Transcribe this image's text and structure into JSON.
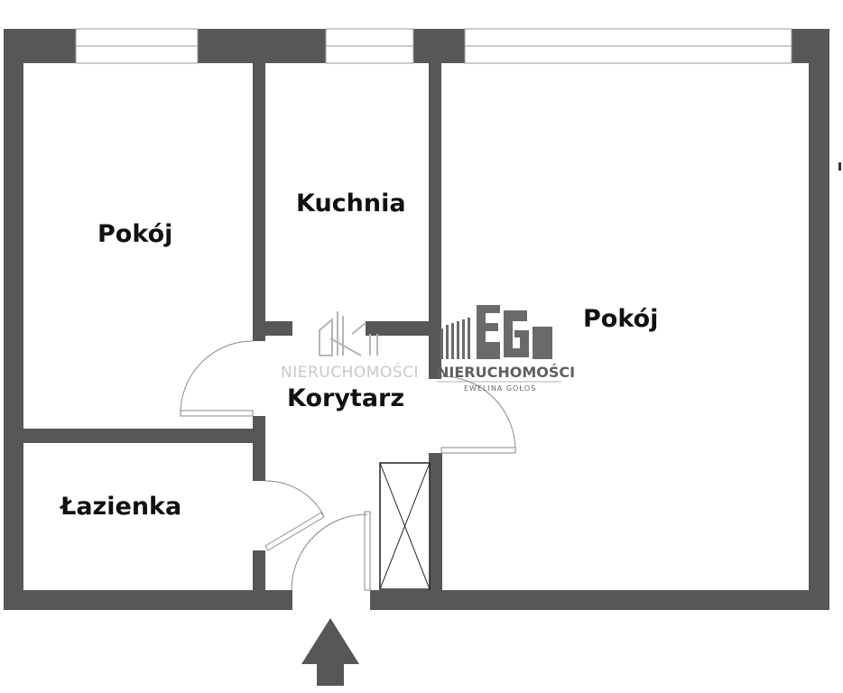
{
  "plan": {
    "rooms": [
      {
        "id": "pokoj-left",
        "label": "Pokój"
      },
      {
        "id": "kuchnia",
        "label": "Kuchnia"
      },
      {
        "id": "pokoj-right",
        "label": "Pokój"
      },
      {
        "id": "korytarz",
        "label": "Korytarz"
      },
      {
        "id": "lazienka",
        "label": "Łazienka"
      }
    ],
    "entrance_icon": "arrow-up-icon",
    "shaft_icon": "crossed-box-icon"
  },
  "watermarks": {
    "left": {
      "text": "NIERUCHOMOŚCI",
      "logo": "dk-logo"
    },
    "right": {
      "text": "NIERUCHOMOŚCI",
      "subtext": "EWELINA GOŁOŚ",
      "logo": "eg-logo"
    }
  },
  "colors": {
    "wall": "#575757",
    "background": "#ffffff",
    "label": "#111111"
  }
}
